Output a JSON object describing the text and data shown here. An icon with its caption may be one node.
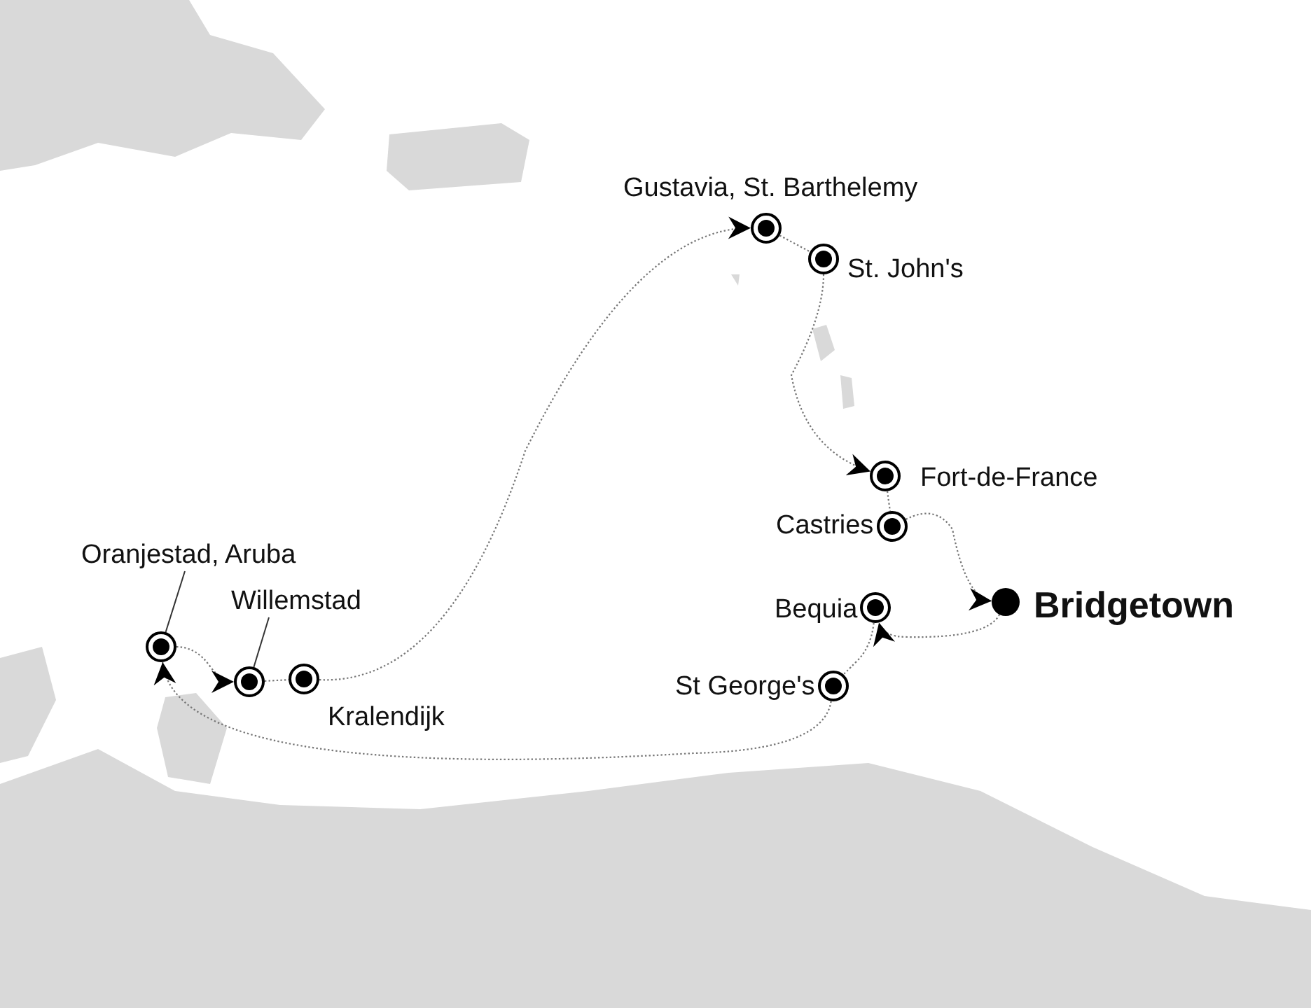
{
  "diagram": {
    "nodes": [
      {
        "text": [],
        "shape": "circle",
        "beside": [
          "Gustavia, St. Barthelemy"
        ]
      },
      {
        "text": [],
        "shape": "circle",
        "beside": [
          "St. John's"
        ]
      },
      {
        "text": [],
        "shape": "circle",
        "beside": [
          "Fort-de-France"
        ]
      },
      {
        "text": [],
        "shape": "circle",
        "beside": [
          "Castries"
        ]
      },
      {
        "text": [
          "Oranjestad, Aruba"
        ]
      },
      {
        "text": [],
        "shape": "circle",
        "beside": [
          "Bridgetown"
        ]
      },
      {
        "text": [],
        "shape": "circle",
        "beside": [
          "Bequia"
        ]
      },
      {
        "text": [
          "Willemstad"
        ]
      },
      {
        "text": [],
        "shape": "circle"
      },
      {
        "text": [],
        "shape": "circle"
      },
      {
        "text": [],
        "shape": "circle",
        "beside": [
          "Kralendijk"
        ]
      },
      {
        "text": [],
        "shape": "circle",
        "beside": [
          "St George's"
        ]
      }
    ],
    "edges": [
      {
        "from": 5,
        "to": 6,
        "arrow": "to",
        "style": "dashed"
      },
      {
        "from": 6,
        "to": 11,
        "arrow": "to",
        "style": "dashed"
      },
      {
        "from": 11,
        "to": 8,
        "arrow": "to",
        "style": "dashed"
      },
      {
        "from": 8,
        "to": 9,
        "arrow": "to",
        "style": "dashed"
      },
      {
        "from": 9,
        "to": 10,
        "arrow": "none",
        "style": "dashed"
      },
      {
        "from": 10,
        "to": 0,
        "arrow": "to",
        "style": "dashed"
      },
      {
        "from": 0,
        "to": 1,
        "arrow": "none",
        "style": "dashed"
      },
      {
        "from": 1,
        "to": 2,
        "arrow": "to",
        "style": "dashed"
      },
      {
        "from": 2,
        "to": 3,
        "arrow": "none",
        "style": "dashed"
      },
      {
        "from": 3,
        "to": 5,
        "arrow": "to",
        "style": "dashed"
      },
      {
        "from": 4,
        "to": 8,
        "arrow": "none"
      },
      {
        "from": 7,
        "to": 9,
        "arrow": "none"
      }
    ]
  }
}
